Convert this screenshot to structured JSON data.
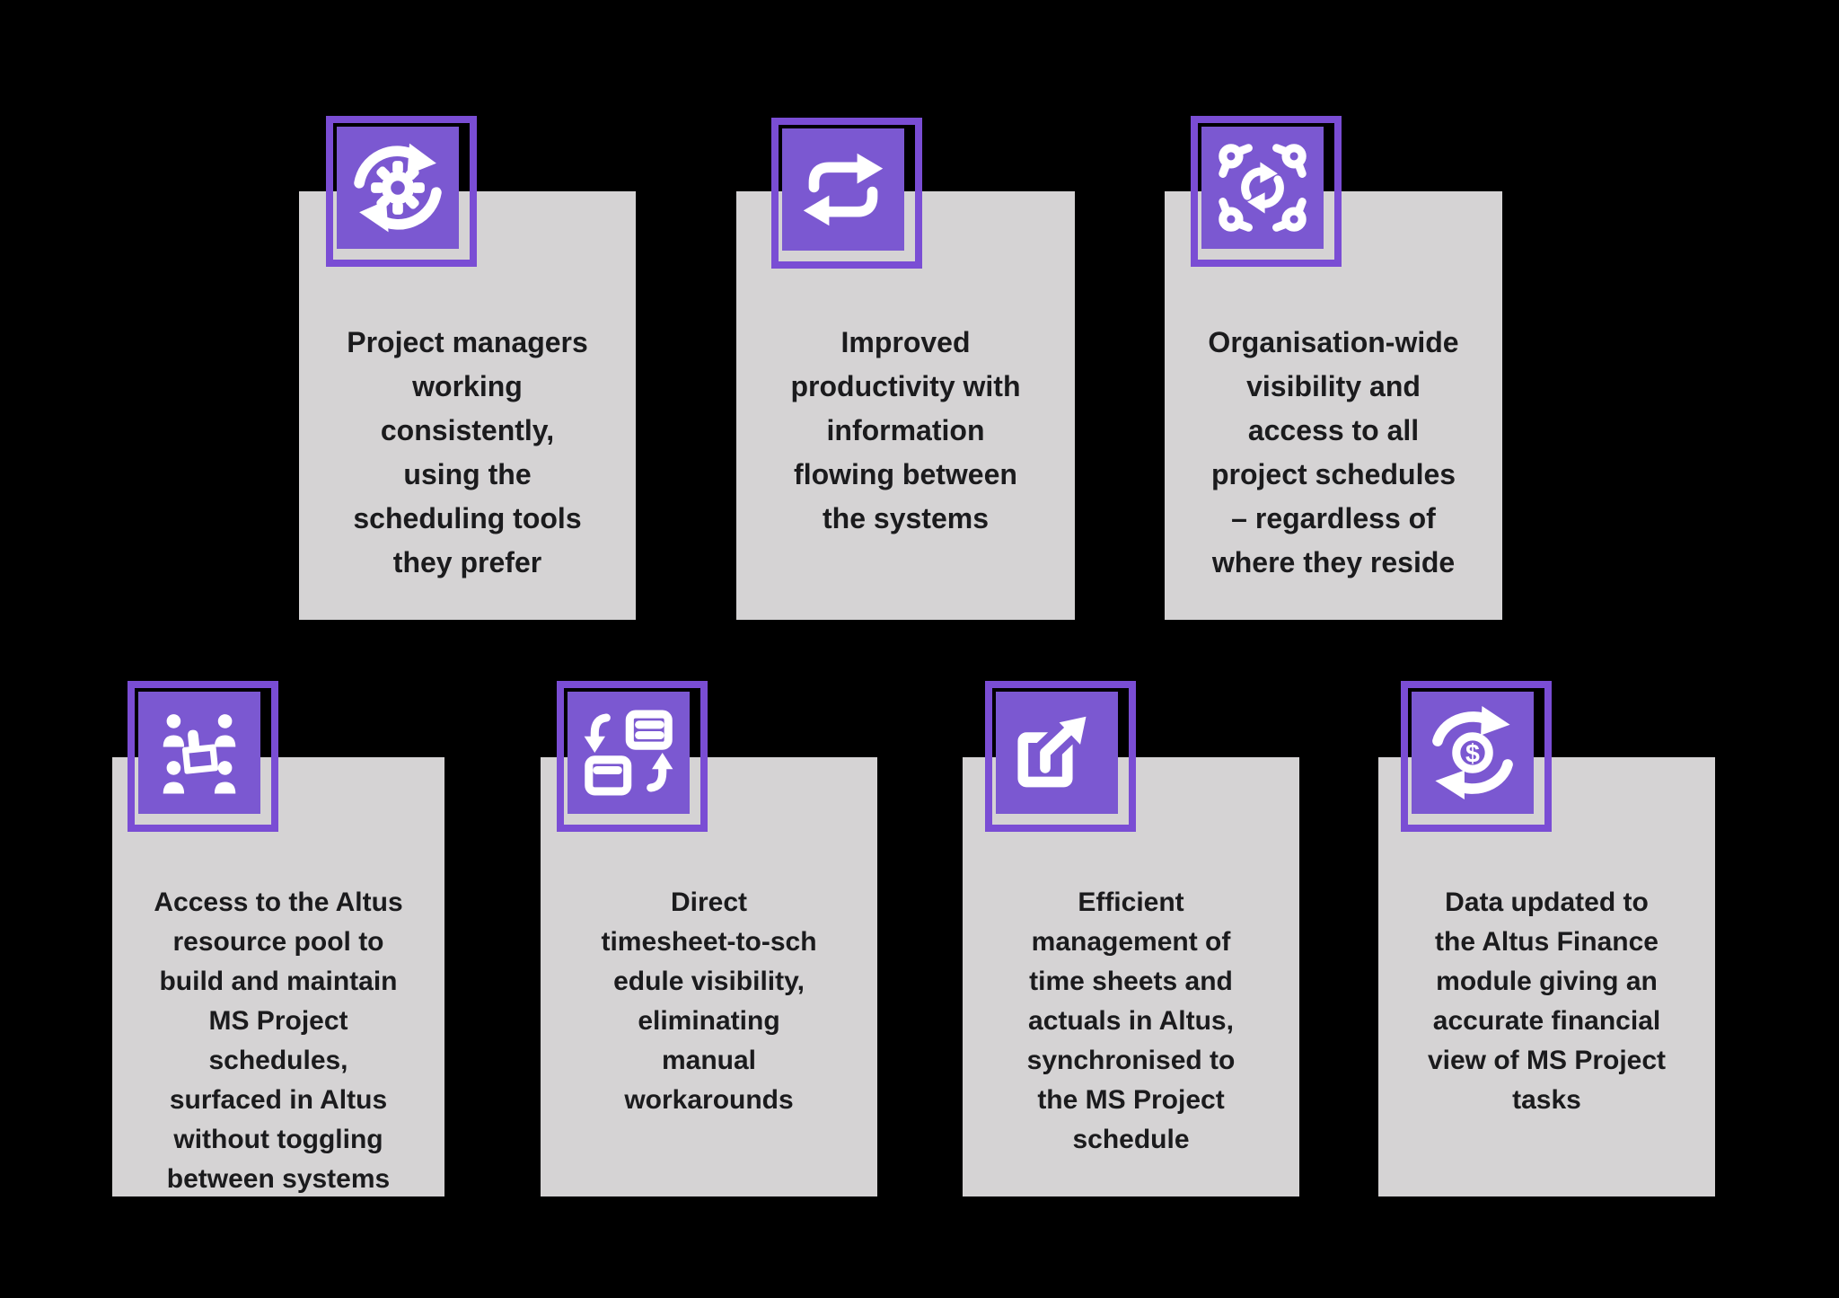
{
  "colors": {
    "page_bg": "#000000",
    "card_bg": "#D5D3D4",
    "icon_fill": "#7B58D1",
    "icon_frame": "#7A4DD4",
    "icon_glyph": "#FFFFFF",
    "text": "#1B1B1D"
  },
  "cards": [
    {
      "id": "scheduling-tools",
      "icon": "sync-gear-icon",
      "text": "Project managers\nworking\nconsistently,\nusing the\nscheduling tools\nthey prefer"
    },
    {
      "id": "improved-productivity",
      "icon": "repeat-arrows-icon",
      "text": "Improved\nproductivity with\ninformation\nflowing between\nthe systems"
    },
    {
      "id": "organisation-visibility",
      "icon": "network-sync-icon",
      "text": "Organisation-wide\nvisibility and\naccess to all\nproject schedules\n– regardless of\nwhere they reside"
    },
    {
      "id": "resource-pool-access",
      "icon": "team-meeting-icon",
      "text": "Access to the Altus\nresource pool to\nbuild and maintain\nMS Project\nschedules,\nsurfaced in Altus\nwithout toggling\nbetween systems"
    },
    {
      "id": "timesheet-visibility",
      "icon": "document-swap-icon",
      "text": "Direct\ntimesheet-to-sch\nedule visibility,\neliminating\nmanual\nworkarounds"
    },
    {
      "id": "timesheet-management",
      "icon": "share-export-icon",
      "text": "Efficient\nmanagement of\ntime sheets and\nactuals in Altus,\nsynchronised to\nthe MS Project\nschedule"
    },
    {
      "id": "finance-update",
      "icon": "dollar-sync-icon",
      "text": "Data updated to\nthe Altus Finance\nmodule giving an\naccurate financial\nview of MS Project\ntasks"
    }
  ]
}
